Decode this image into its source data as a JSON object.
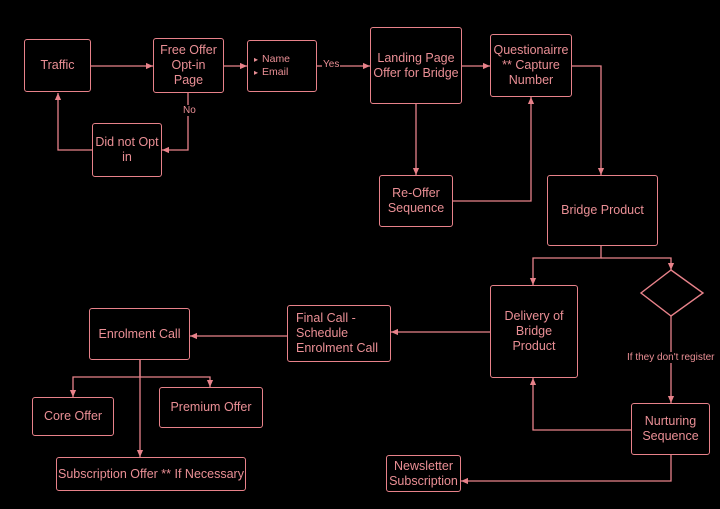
{
  "colors": {
    "background": "#000000",
    "stroke": "#e8828a",
    "text": "#ea8f95"
  },
  "nodes": {
    "traffic": "Traffic",
    "free_offer": "Free Offer\nOpt-in\nPage",
    "name_email": [
      "Name",
      "Email"
    ],
    "landing_page": "Landing Page\nOffer for Bridge",
    "questionnaire": "Questionairre\n** Capture\nNumber",
    "did_not_opt_in": "Did not Opt\nin",
    "re_offer": "Re-Offer\nSequence",
    "bridge_product": "Bridge Product",
    "delivery": "Delivery of\nBridge\nProduct",
    "final_call": "Final Call -\nSchedule\nEnrolment Call",
    "enrolment_call": "Enrolment Call",
    "core_offer": "Core Offer",
    "premium_offer": "Premium Offer",
    "subscription_offer": "Subscription Offer ** If Necessary",
    "nurturing": "Nurturing\nSequence",
    "newsletter": "Newsletter\nSubscription"
  },
  "edge_labels": {
    "yes": "Yes",
    "no": "No",
    "register": "If they don't register"
  }
}
